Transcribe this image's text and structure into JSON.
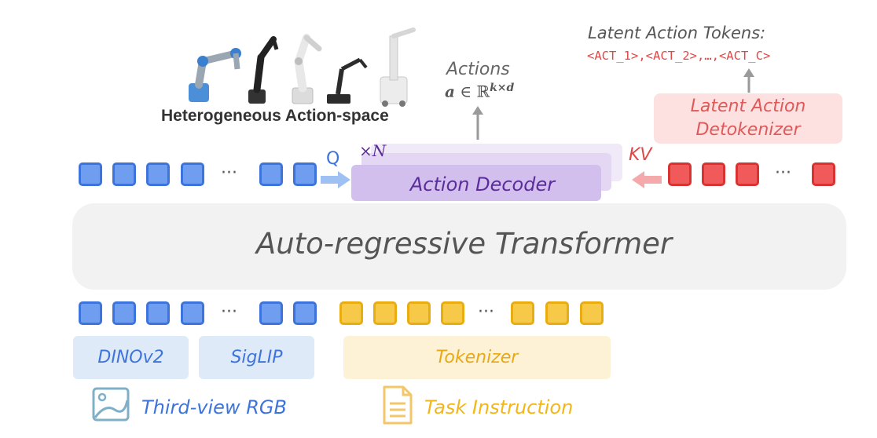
{
  "robots_caption": "Heterogeneous Action-space",
  "actions": {
    "label": "Actions",
    "formula_var": "a",
    "formula_rest": " ∈ ℝ",
    "formula_sup": "k×d"
  },
  "latent_tokens": {
    "label": "Latent Action Tokens:",
    "sequence": "<ACT_1>,<ACT_2>,…,<ACT_C>"
  },
  "detokenizer": {
    "line1": "Latent Action",
    "line2": "Detokenizer"
  },
  "decoder": {
    "label": "Action Decoder",
    "repeat": "×N",
    "q_label": "Q",
    "kv_label": "KV"
  },
  "transformer": {
    "label": "Auto-regressive Transformer"
  },
  "ellipsis": "···",
  "encoders": {
    "dino": "DINOv2",
    "siglip": "SigLIP",
    "tokenizer": "Tokenizer"
  },
  "inputs": {
    "rgb": "Third-view RGB",
    "task": "Task Instruction"
  },
  "colors": {
    "blue": "#3d74dc",
    "red": "#e04848",
    "yellow": "#f2b617",
    "purple": "#5b2d9a"
  }
}
